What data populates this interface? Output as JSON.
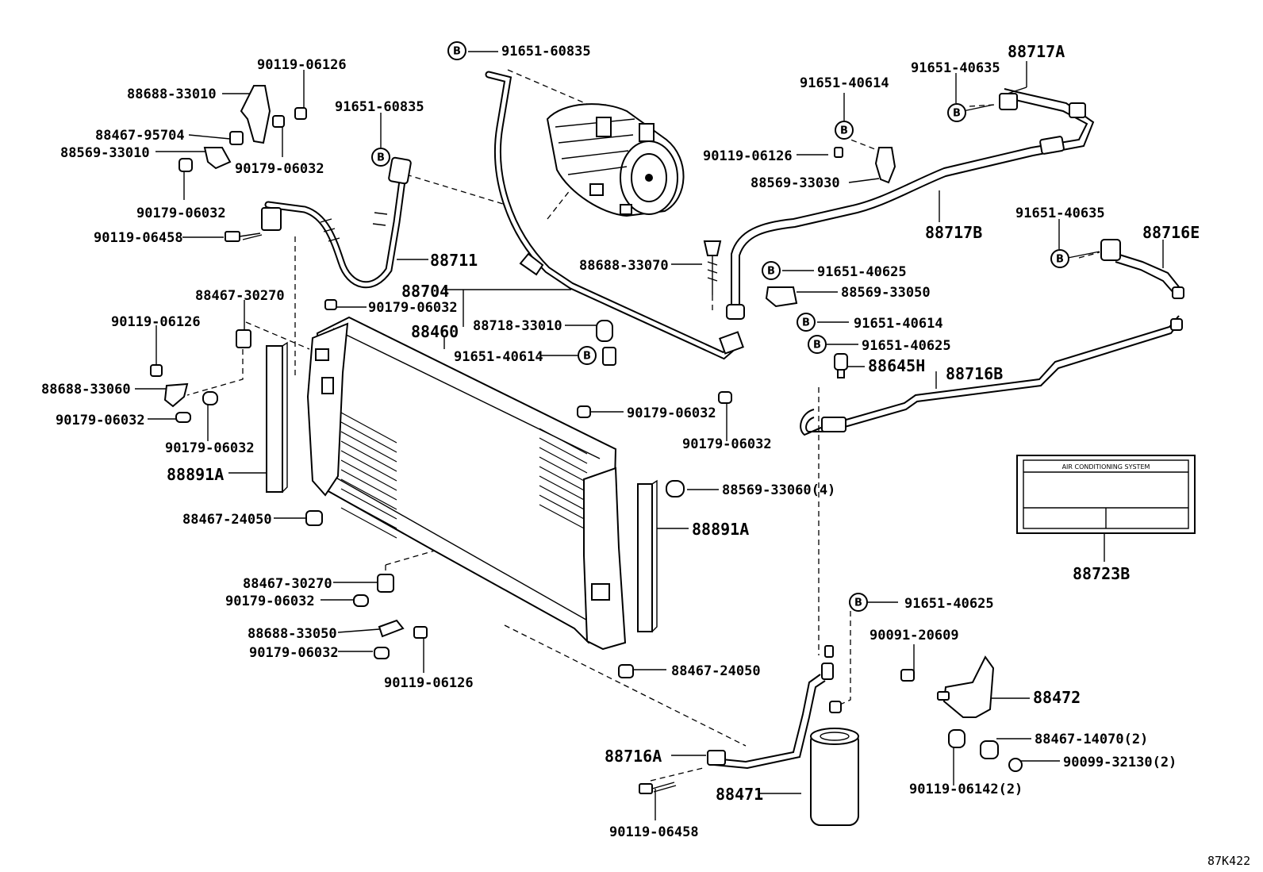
{
  "diagram_code": "87K422",
  "callout_symbol": "B",
  "label_plate_text": "AIR CONDITIONING SYSTEM",
  "labels": [
    "91651-60835",
    "90119-06126",
    "88688-33010",
    "91651-60835",
    "88467-95704",
    "88569-33010",
    "90179-06032",
    "90179-06032",
    "90119-06458",
    "88711",
    "88704",
    "88467-30270",
    "90179-06032",
    "88460",
    "88718-33010",
    "90119-06126",
    "91651-40614",
    "88688-33060",
    "90179-06032",
    "90179-06032",
    "88891A",
    "88467-24050",
    "88467-30270",
    "90179-06032",
    "88688-33050",
    "90179-06032",
    "90119-06126",
    "88467-24050",
    "88891A",
    "90179-06032",
    "90179-06032",
    "88569-33060(4)",
    "88688-33070",
    "91651-40614",
    "90119-06126",
    "88569-33030",
    "91651-40635",
    "88717A",
    "88717B",
    "91651-40635",
    "88716E",
    "91651-40625",
    "88569-33050",
    "91651-40614",
    "91651-40625",
    "88645H",
    "88716B",
    "88723B",
    "91651-40625",
    "90091-20609",
    "88472",
    "88467-14070(2)",
    "90099-32130(2)",
    "90119-06142(2)",
    "88716A",
    "88471",
    "90119-06458"
  ]
}
